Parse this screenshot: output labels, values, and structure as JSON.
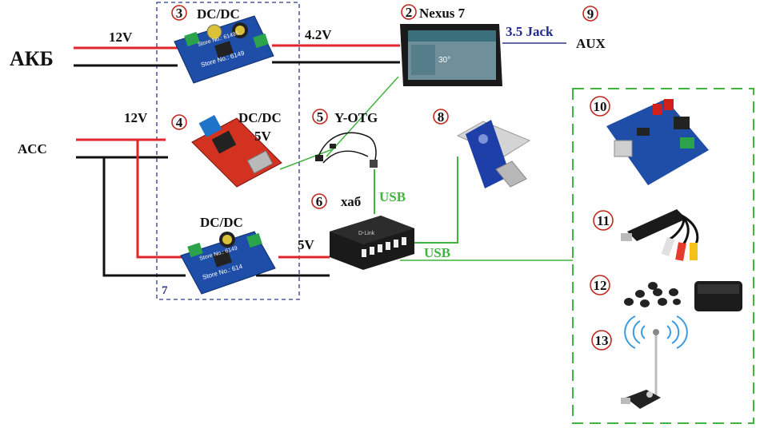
{
  "labels": {
    "akb": "АКБ",
    "acc": "ACC",
    "v12_top": "12V",
    "v12_mid": "12V",
    "v42": "4.2V",
    "v5_bottom": "5V",
    "dcdc_3": "DC/DC",
    "dcdc_4": "DC/DC",
    "dcdc_4_v": "5V",
    "dcdc_bottom": "DC/DC",
    "nexus": "Nexus 7",
    "jack": "3.5 Jack",
    "aux": "AUX",
    "yotg": "Y-OTG",
    "hub": "хаб",
    "usb_vertical": "USB",
    "usb_right": "USB",
    "box7": "7"
  },
  "markers": [
    "2",
    "3",
    "4",
    "5",
    "6",
    "8",
    "9",
    "10",
    "11",
    "12",
    "13"
  ],
  "board_text": {
    "store_a": "Store No.: 61495",
    "store_b": "Store No.: 6149",
    "store_c": "Store No.: 6149",
    "store_d": "Store No.: 614",
    "hub_brand": "D-Link"
  },
  "tablet_reading": "30°",
  "colors": {
    "red_wire": "#e0262b",
    "black_wire": "#111111",
    "green_line": "#3fb43f",
    "blue_dash": "#2c3a8c",
    "marker_circle": "#c0281f"
  }
}
